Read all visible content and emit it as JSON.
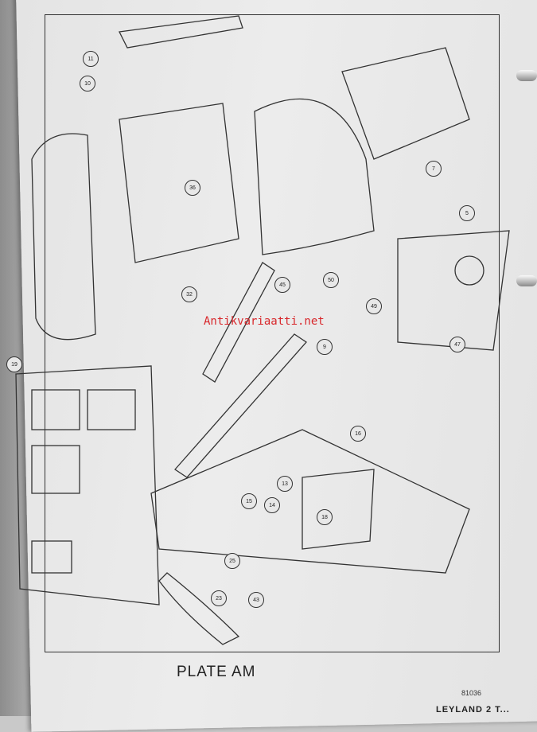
{
  "document": {
    "plate_title": "PLATE AM",
    "plate_reference": "81036",
    "footer_text": "LEYLAND 2 T...",
    "watermark": "Antikvariaatti.net"
  },
  "callouts": [
    "16",
    "18",
    "13",
    "14",
    "15",
    "25",
    "23",
    "43",
    "47",
    "49",
    "5",
    "7",
    "9",
    "36",
    "32",
    "45",
    "50",
    "19",
    "11",
    "10"
  ]
}
